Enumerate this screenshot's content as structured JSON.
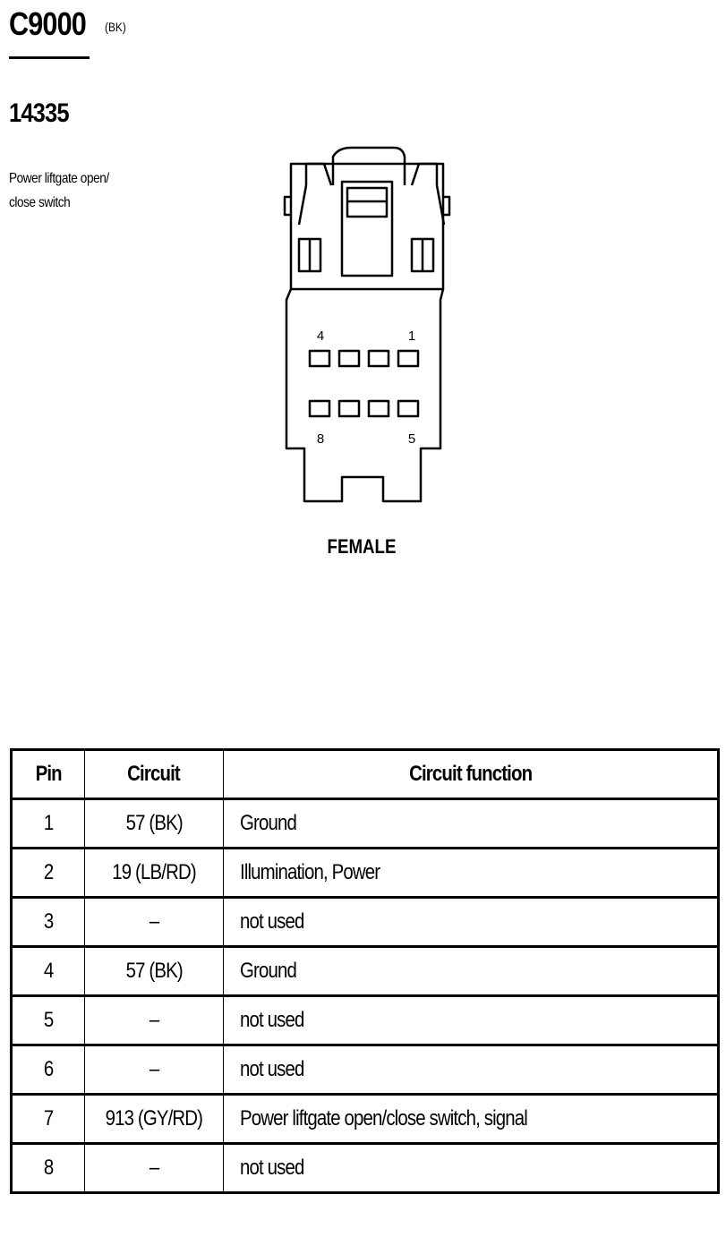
{
  "connector": {
    "id": "C9000",
    "color": "(BK)",
    "part_number": "14335",
    "description_line1": "Power liftgate open/",
    "description_line2": "close switch",
    "gender": "FEMALE"
  },
  "pin_labels": {
    "top_left": "4",
    "top_right": "1",
    "bottom_left": "8",
    "bottom_right": "5"
  },
  "table": {
    "headers": {
      "pin": "Pin",
      "circuit": "Circuit",
      "function": "Circuit function"
    },
    "rows": [
      {
        "pin": "1",
        "circuit": "57 (BK)",
        "function": "Ground"
      },
      {
        "pin": "2",
        "circuit": "19 (LB/RD)",
        "function": "Illumination, Power"
      },
      {
        "pin": "3",
        "circuit": "–",
        "function": "not used"
      },
      {
        "pin": "4",
        "circuit": "57 (BK)",
        "function": "Ground"
      },
      {
        "pin": "5",
        "circuit": "–",
        "function": "not used"
      },
      {
        "pin": "6",
        "circuit": "–",
        "function": "not used"
      },
      {
        "pin": "7",
        "circuit": "913 (GY/RD)",
        "function": "Power liftgate open/close switch, signal"
      },
      {
        "pin": "8",
        "circuit": "–",
        "function": "not used"
      }
    ]
  }
}
